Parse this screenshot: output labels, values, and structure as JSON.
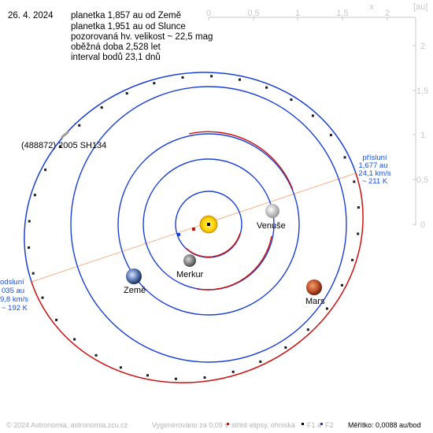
{
  "date": "26. 4. 2024",
  "info_lines": [
    "planetka 1,857 au od Země",
    "planetka 1,951 au od Slunce",
    "pozorovaná hv. velikost ~ 22,5 mag",
    "oběžná doba 2,528 let",
    "interval bodů 23,1 dnů"
  ],
  "axes": {
    "x_unit": "x",
    "y_unit": "[au]",
    "x_ticks": [
      "0",
      "0,5",
      "1",
      "1,5",
      "2"
    ],
    "y_ticks": [
      "2",
      "1,5",
      "1",
      "0,5",
      "0"
    ]
  },
  "asteroid": {
    "label": "(488872) 2005 SH134"
  },
  "perihelion": {
    "title": "přísluní",
    "distance": "1,677 au",
    "speed": "24,1 km/s",
    "temperature": "~ 211 K"
  },
  "aphelion": {
    "title": "odsluní",
    "distance": "035 au",
    "speed": "9,8 km/s",
    "temperature": "~ 192 K"
  },
  "planets": {
    "sun": "",
    "mercury": "Merkur",
    "venus": "Venuše",
    "earth": "Země",
    "mars": "Mars"
  },
  "footer": {
    "copyright": "© 2024 Astronomia, astronomia.zcu.cz",
    "generated": "Vygenerováno za 0,09 s",
    "legend_center": "střed elipsy, ohniska",
    "legend_f1": "F1 a",
    "legend_f2": "F2",
    "scale": "Měřítko: 0,0088 au/bod"
  },
  "colors": {
    "orbit_blue": "#1a3fd6",
    "orbit_red": "#cc1111",
    "axis_gray": "#c8c8c8",
    "apsides_line": "#f4b08a",
    "note_blue": "#1a4fe0"
  }
}
